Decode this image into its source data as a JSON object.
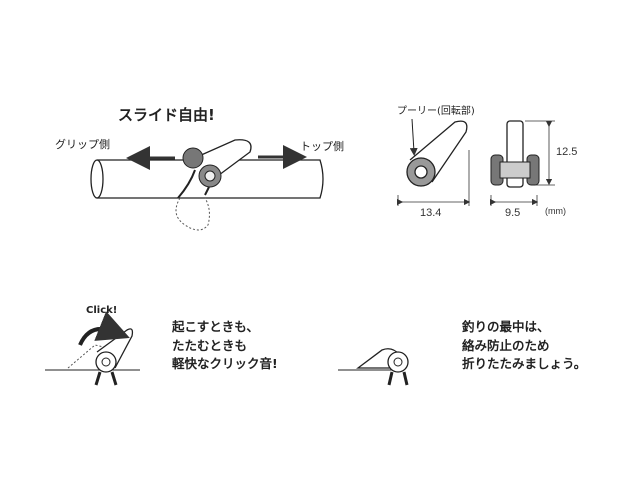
{
  "slide": {
    "title": "スライド自由!",
    "grip_side": "グリップ側",
    "top_side": "トップ側"
  },
  "dimensions": {
    "pulley_label": "プーリー(回転部)",
    "width_side": "13.4",
    "width_front": "9.5",
    "height": "12.5",
    "unit": "(mm)"
  },
  "click": {
    "sound_label": "Click!",
    "lines": [
      "起こすときも、",
      "たたむときも",
      "軽快なクリック音!"
    ]
  },
  "fold": {
    "lines": [
      "釣りの最中は、",
      "絡み防止のため",
      "折りたたみましょう。"
    ]
  }
}
